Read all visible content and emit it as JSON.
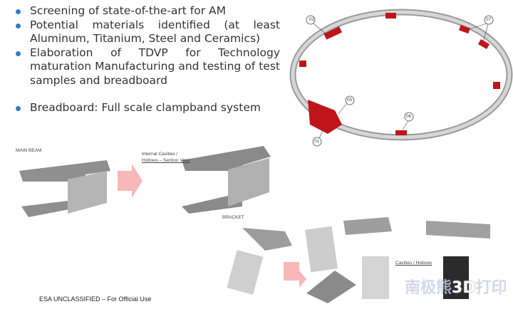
{
  "bullets": [
    "Screening of state-of-the-art for AM",
    "Potential materials identified (at least Aluminum, Titanium, Steel and Ceramics)",
    "Elaboration of TDVP for Technology maturation Manufacturing and testing of test samples and breadboard",
    "Breadboard: Full scale clampband system"
  ],
  "ring_callouts": [
    "02",
    "07",
    "05",
    "06",
    "01"
  ],
  "labels": {
    "main_beam": "MAIN BEAM",
    "internal_cavities_1": "Internal Cavities /",
    "internal_cavities_2": "Hollows – Section View",
    "bracket": "BRACKET",
    "cavities_hollows": "Cavities / Hollows"
  },
  "footer": "ESA UNCLASSIFIED – For Official Use",
  "watermark": {
    "prefix": "南极熊",
    "highlight": "3D",
    "suffix": "打印"
  },
  "colors": {
    "bullet": "#2d7fc1",
    "part_red": "#c0141b",
    "arrow": "#f6b8b8"
  }
}
